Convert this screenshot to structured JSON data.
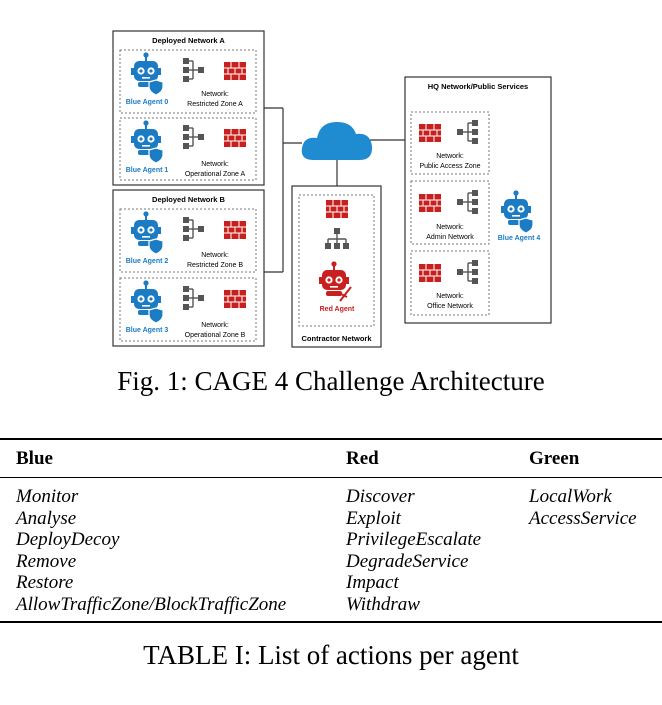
{
  "figure": {
    "deployed_a": {
      "title": "Deployed Network A",
      "zones": [
        {
          "agent": "Blue Agent 0",
          "net_line1": "Network:",
          "net_line2": "Restricted Zone A"
        },
        {
          "agent": "Blue Agent 1",
          "net_line1": "Network:",
          "net_line2": "Operational Zone A"
        }
      ]
    },
    "deployed_b": {
      "title": "Deployed Network B",
      "zones": [
        {
          "agent": "Blue Agent 2",
          "net_line1": "Network:",
          "net_line2": "Restricted Zone B"
        },
        {
          "agent": "Blue Agent 3",
          "net_line1": "Network:",
          "net_line2": "Operational Zone B"
        }
      ]
    },
    "contractor": {
      "title": "Contractor Network",
      "agent": "Red Agent"
    },
    "hq": {
      "title": "HQ Network/Public Services",
      "zones": [
        {
          "line1": "Network:",
          "line2": "Public Access Zone"
        },
        {
          "line1": "Network:",
          "line2": "Admin Network"
        },
        {
          "line1": "Network:",
          "line2": "Office Network"
        }
      ],
      "agent": "Blue Agent 4"
    },
    "colors": {
      "blue": "#1b7cc4",
      "red": "#c8201f",
      "gray": "#555555",
      "cloud": "#1f8bd1"
    }
  },
  "figure_caption": "Fig. 1: CAGE 4 Challenge Architecture",
  "table": {
    "headers": {
      "blue": "Blue",
      "red": "Red",
      "green": "Green"
    },
    "blue": [
      "Monitor",
      "Analyse",
      "DeployDecoy",
      "Remove",
      "Restore",
      "AllowTrafficZone/BlockTrafficZone"
    ],
    "red": [
      "Discover",
      "Exploit",
      "PrivilegeEscalate",
      "DegradeService",
      "Impact",
      "Withdraw"
    ],
    "green": [
      "LocalWork",
      "AccessService"
    ]
  },
  "table_caption": "TABLE I: List of actions per agent"
}
